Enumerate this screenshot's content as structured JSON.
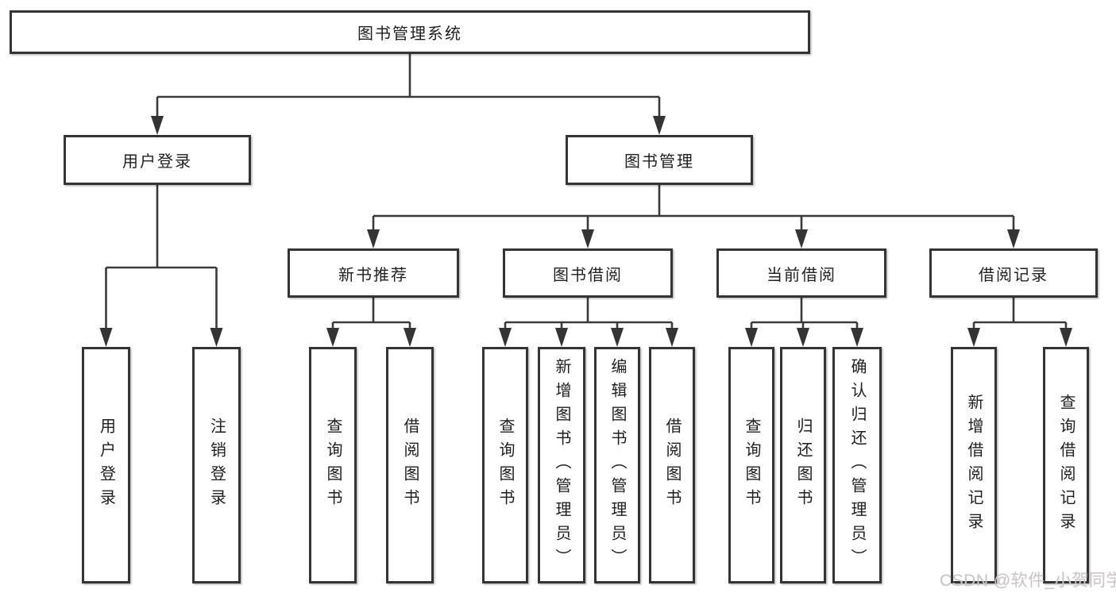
{
  "colors": {
    "line": "#3a3a3a",
    "box_border": "#343434",
    "text": "#1f1f1f",
    "background": "#ffffff",
    "watermark_text": "#c7c7c7"
  },
  "watermark": "CSDN @软件_小贺同学",
  "diagram": {
    "type": "hierarchy-tree",
    "root": {
      "label": "图书管理系统",
      "children": [
        {
          "label": "用户登录",
          "children": [
            {
              "label": "用户登录"
            },
            {
              "label": "注销登录"
            }
          ]
        },
        {
          "label": "图书管理",
          "children": [
            {
              "label": "新书推荐",
              "children": [
                {
                  "label": "查询图书"
                },
                {
                  "label": "借阅图书"
                }
              ]
            },
            {
              "label": "图书借阅",
              "children": [
                {
                  "label": "查询图书"
                },
                {
                  "label": "新增图书（管理员）"
                },
                {
                  "label": "编辑图书（管理员）"
                },
                {
                  "label": "借阅图书"
                }
              ]
            },
            {
              "label": "当前借阅",
              "children": [
                {
                  "label": "查询图书"
                },
                {
                  "label": "归还图书"
                },
                {
                  "label": "确认归还（管理员）"
                }
              ]
            },
            {
              "label": "借阅记录",
              "children": [
                {
                  "label": "新增借阅记录"
                },
                {
                  "label": "查询借阅记录"
                }
              ]
            }
          ]
        }
      ]
    }
  }
}
